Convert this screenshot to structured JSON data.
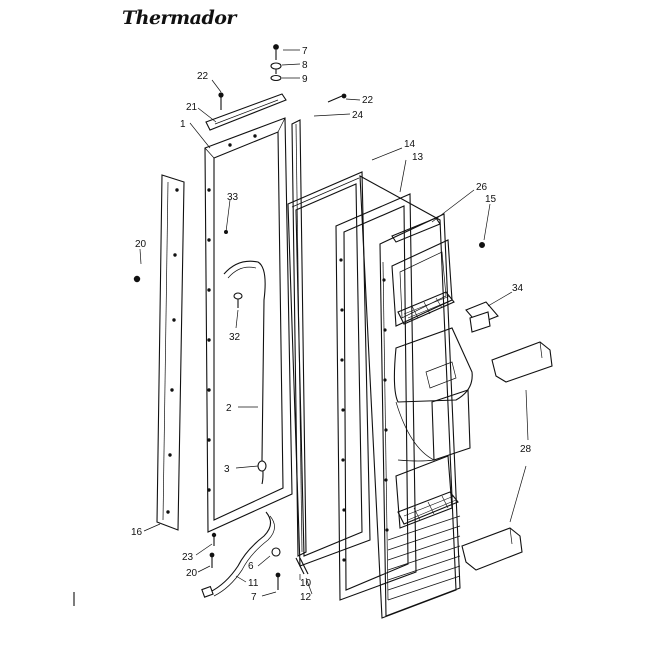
{
  "brand": {
    "name": "Thermador"
  },
  "callouts": [
    "7",
    "8",
    "9",
    "22",
    "21",
    "1",
    "22",
    "24",
    "14",
    "13",
    "26",
    "15",
    "33",
    "20",
    "34",
    "32",
    "2",
    "3",
    "28",
    "16",
    "23",
    "20",
    "6",
    "11",
    "7",
    "10",
    "12"
  ]
}
